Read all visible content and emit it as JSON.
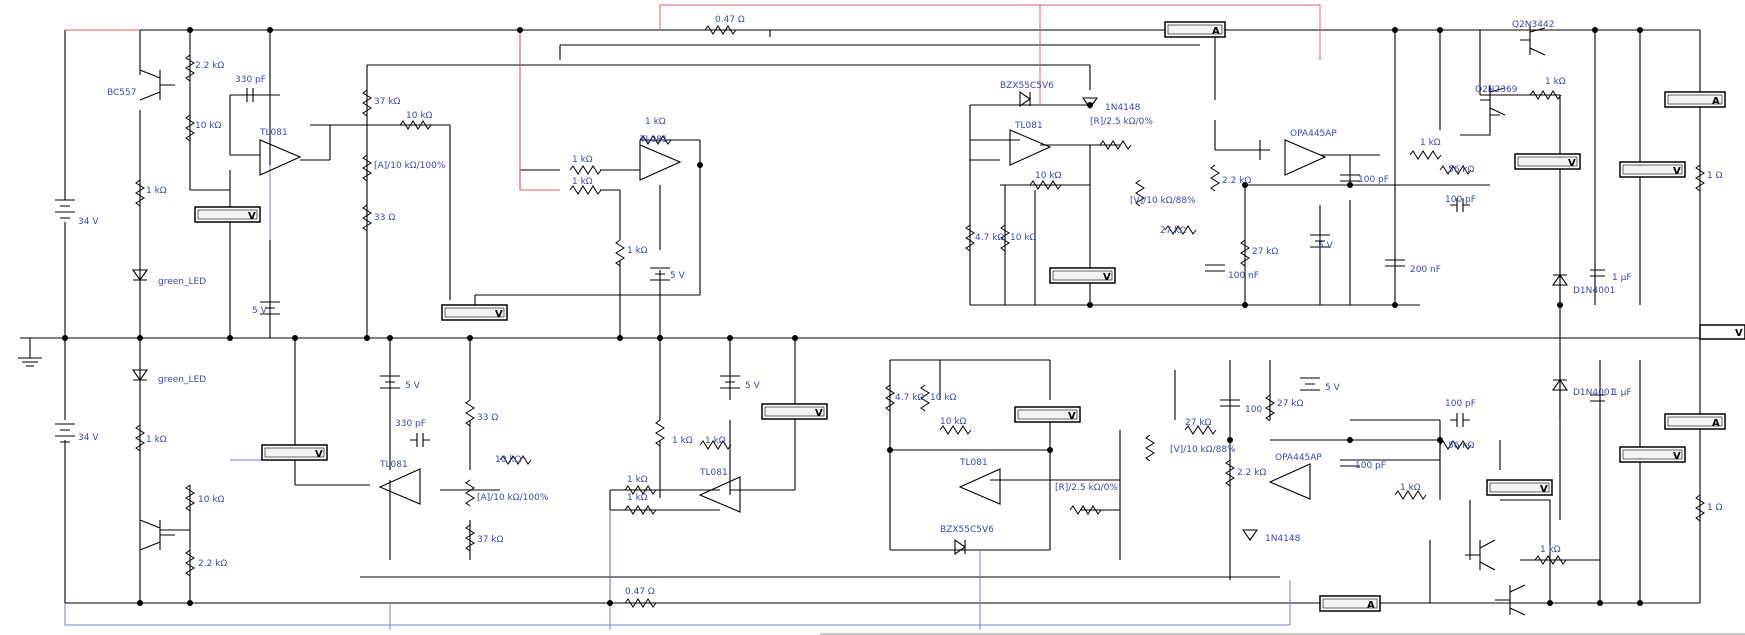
{
  "labels": {
    "r047_top": "0.47 Ω",
    "r047_bot": "0.47 Ω",
    "bc557": "BC557",
    "r22k_a": "2.2 kΩ",
    "r10k_a": "10 kΩ",
    "c330_a": "330 pF",
    "tl081_a": "TL081",
    "r37k_a": "37 kΩ",
    "r10k_b": "10 kΩ",
    "pot_a_top": "[A]/10 kΩ/100%",
    "r33_a": "33 Ω",
    "r1k_a": "1 kΩ",
    "led_top": "green_LED",
    "batt34_top": "34 V",
    "batt5_a": "5 V",
    "r1k_b": "1 kΩ",
    "r1k_c": "1 kΩ",
    "r1k_d": "1 kΩ",
    "tl081_b": "TL081",
    "r1k_e": "1 kΩ",
    "batt5_b": "5 V",
    "bzx_top": "BZX55C5V6",
    "tl081_c": "TL081",
    "pot_r_top": "[R]/2.5 kΩ/0%",
    "r10k_c": "10 kΩ",
    "pot_v_top": "[V]/10 kΩ/88%",
    "r47k_a": "4.7 kΩ",
    "r10k_d": "10 kΩ",
    "r27k_a": "27 kΩ",
    "d1n4148_top": "1N4148",
    "r22k_b": "2.2 kΩ",
    "r27k_b": "27 kΩ",
    "c100n": "100 nF",
    "opa_top": "OPA445AP",
    "c100p_a": "100 pF",
    "batt5_c": "5 V",
    "r1k_f": "1 kΩ",
    "r56k_a": "56 kΩ",
    "c100p_b": "100 pF",
    "c200n": "200 nF",
    "q2n3442": "Q2N3442",
    "q2n2369": "Q2N2369",
    "r1k_g": "1 kΩ",
    "r1_a": "1 Ω",
    "c1u_a": "1 µF",
    "d1n4001_a": "D1N4001",
    "led_bot": "green_LED",
    "batt34_bot": "34 V",
    "r1k_h": "1 kΩ",
    "r10k_e": "10 kΩ",
    "r22k_c": "2.2 kΩ",
    "batt5_d": "5 V",
    "c330_b": "330 pF",
    "tl081_d": "TL081",
    "r33_b": "33 Ω",
    "r10k_f": "10 kΩ",
    "pot_a_bot": "[A]/10 kΩ/100%",
    "r37k_b": "37 kΩ",
    "r1k_i": "1 kΩ",
    "r1k_j": "1 kΩ",
    "r1k_k": "1 kΩ",
    "r1k_l": "1 kΩ",
    "tl081_e": "TL081",
    "batt5_e": "5 V",
    "r47k_b": "4.7 kΩ",
    "r10k_g": "10 kΩ",
    "r10k_h": "10 kΩ",
    "tl081_f": "TL081",
    "pot_r_bot": "[R]/2.5 kΩ/0%",
    "bzx_bot": "BZX55C5V6",
    "r27k_c": "27 kΩ",
    "pot_v_bot": "[V]/10 kΩ/88%",
    "c100_c": "100",
    "r27k_d": "27 kΩ",
    "r22k_d": "2.2 kΩ",
    "d1n4148_bot": "1N4148",
    "opa_bot": "OPA445AP",
    "batt5_f": "5 V",
    "c100p_d": "100 pF",
    "c100p_e": "100 pF",
    "r56k_b": "56 kΩ",
    "r1k_m": "1 kΩ",
    "r1k_n": "1 kΩ",
    "r1_b": "1 Ω",
    "d1n4001_b": "D1N4001",
    "c1u_b": "1 µF"
  },
  "meters": {
    "ammeter_top": "A",
    "ammeter_bot": "A",
    "ammeter_right_top": "A",
    "ammeter_right_bot": "A",
    "volt_1": "V",
    "volt_2": "V",
    "volt_3": "V",
    "volt_4": "V",
    "volt_5": "V",
    "volt_6": "V",
    "volt_7": "V",
    "volt_8": "V",
    "volt_9": "V",
    "volt_10": "V",
    "volt_11": "V"
  }
}
